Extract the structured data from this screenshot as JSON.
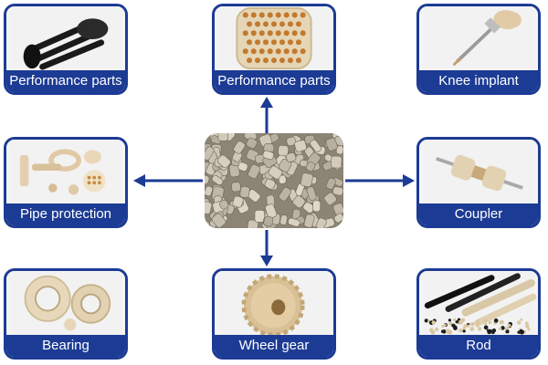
{
  "diagram": {
    "accent_color": "#1c3b94",
    "center": {
      "icon": "peek-granules"
    },
    "products": [
      {
        "label": "Performance parts",
        "icon": "black-clip-part"
      },
      {
        "label": "Performance parts",
        "icon": "perforated-disc"
      },
      {
        "label": "Knee implant",
        "icon": "knee-implant"
      },
      {
        "label": "Pipe protection",
        "icon": "pipe-parts"
      },
      {
        "label": "Coupler",
        "icon": "coupler"
      },
      {
        "label": "Bearing",
        "icon": "bearing"
      },
      {
        "label": "Wheel gear",
        "icon": "gear"
      },
      {
        "label": "Rod",
        "icon": "rods-and-pellets"
      }
    ]
  }
}
